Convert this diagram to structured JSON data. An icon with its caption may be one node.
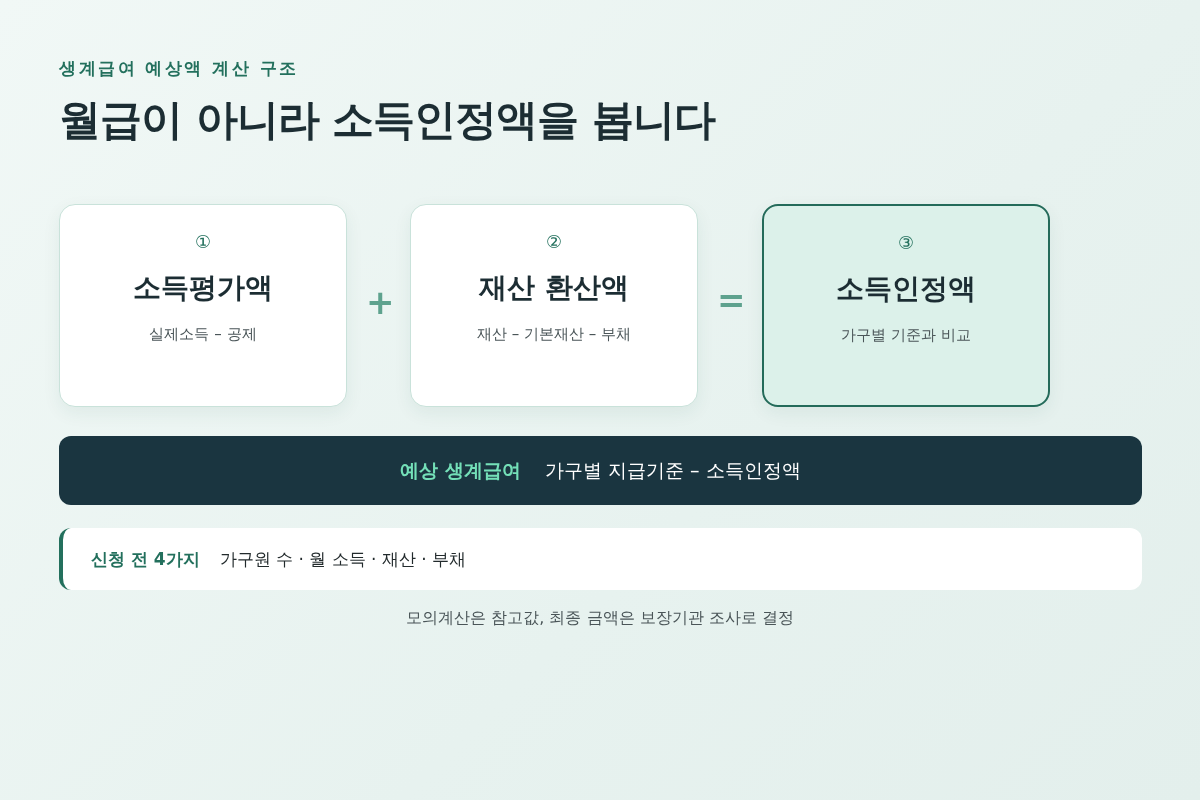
{
  "diagram": {
    "title": "월급이 아니라 소득인정액을 봅니다",
    "caption": "모의계산은 참고값, 최종 금액은 보장기관 조사로 결정",
    "nodes": [
      {
        "text": [
          "①",
          "소득평가액",
          "실제소득 – 공제"
        ]
      },
      {
        "text": [
          "②",
          "재산 환산액",
          "재산 – 기본재산 – 부채"
        ]
      },
      {
        "text": [
          "③",
          "소득인정액",
          "가구별 기준과 비교"
        ]
      },
      {
        "text": [
          "예상 생계급여",
          "가구별 지급기준 – 소득인정액"
        ]
      },
      {
        "text": [
          "신청 전 4가지",
          "가구원 수 · 월 소득 · 재산 · 부채"
        ]
      }
    ],
    "labels": [
      "생계급여 예상액 계산 구조",
      "+",
      "="
    ]
  }
}
